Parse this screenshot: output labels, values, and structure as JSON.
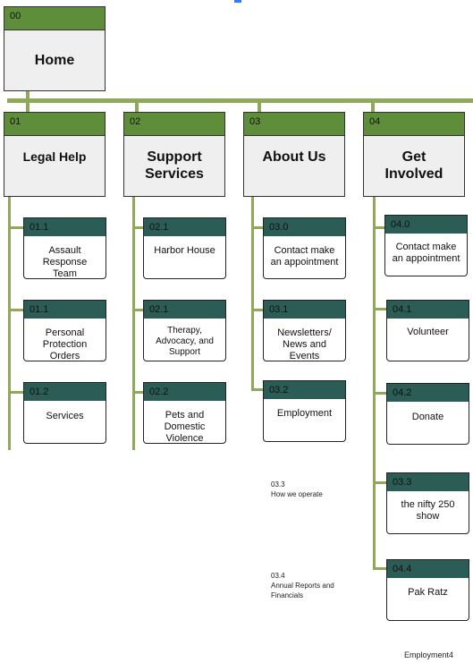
{
  "home": {
    "code": "00",
    "label": "Home"
  },
  "sections": [
    {
      "code": "01",
      "label": "Legal Help"
    },
    {
      "code": "02",
      "label": "Support Services"
    },
    {
      "code": "03",
      "label": "About Us"
    },
    {
      "code": "04",
      "label": "Get Involved"
    }
  ],
  "subpages": {
    "legal": [
      {
        "code": "01.1",
        "label": "Assault Response Team"
      },
      {
        "code": "01.1",
        "label": "Personal Protection Orders"
      },
      {
        "code": "01.2",
        "label": "Services"
      }
    ],
    "support": [
      {
        "code": "02.1",
        "label": "Harbor House"
      },
      {
        "code": "02.1",
        "label": "Therapy, Advocacy, and Support"
      },
      {
        "code": "02.2",
        "label": "Pets and Domestic Violence"
      }
    ],
    "about": [
      {
        "code": "03.0",
        "label": "Contact make an appointment"
      },
      {
        "code": "03.1",
        "label": "Newsletters/ News and Events"
      },
      {
        "code": "03.2",
        "label": "Employment"
      }
    ],
    "involved": [
      {
        "code": "04.0",
        "label": "Contact make an appointment"
      },
      {
        "code": "04.1",
        "label": "Volunteer"
      },
      {
        "code": "04.2",
        "label": "Donate"
      },
      {
        "code": "03.3",
        "label": "the nifty 250 show"
      },
      {
        "code": "04.4",
        "label": "Pak Ratz"
      }
    ]
  },
  "notes": [
    {
      "code": "03.3",
      "label": "How we operate"
    },
    {
      "code": "03.4",
      "label": "Annual Reports and Financials"
    }
  ],
  "footer": "Employment4",
  "colors": {
    "connector": "#8fa85a",
    "top_header": "#5f8e3a",
    "sub_header": "#2b5c55",
    "top_body": "#efefef"
  }
}
